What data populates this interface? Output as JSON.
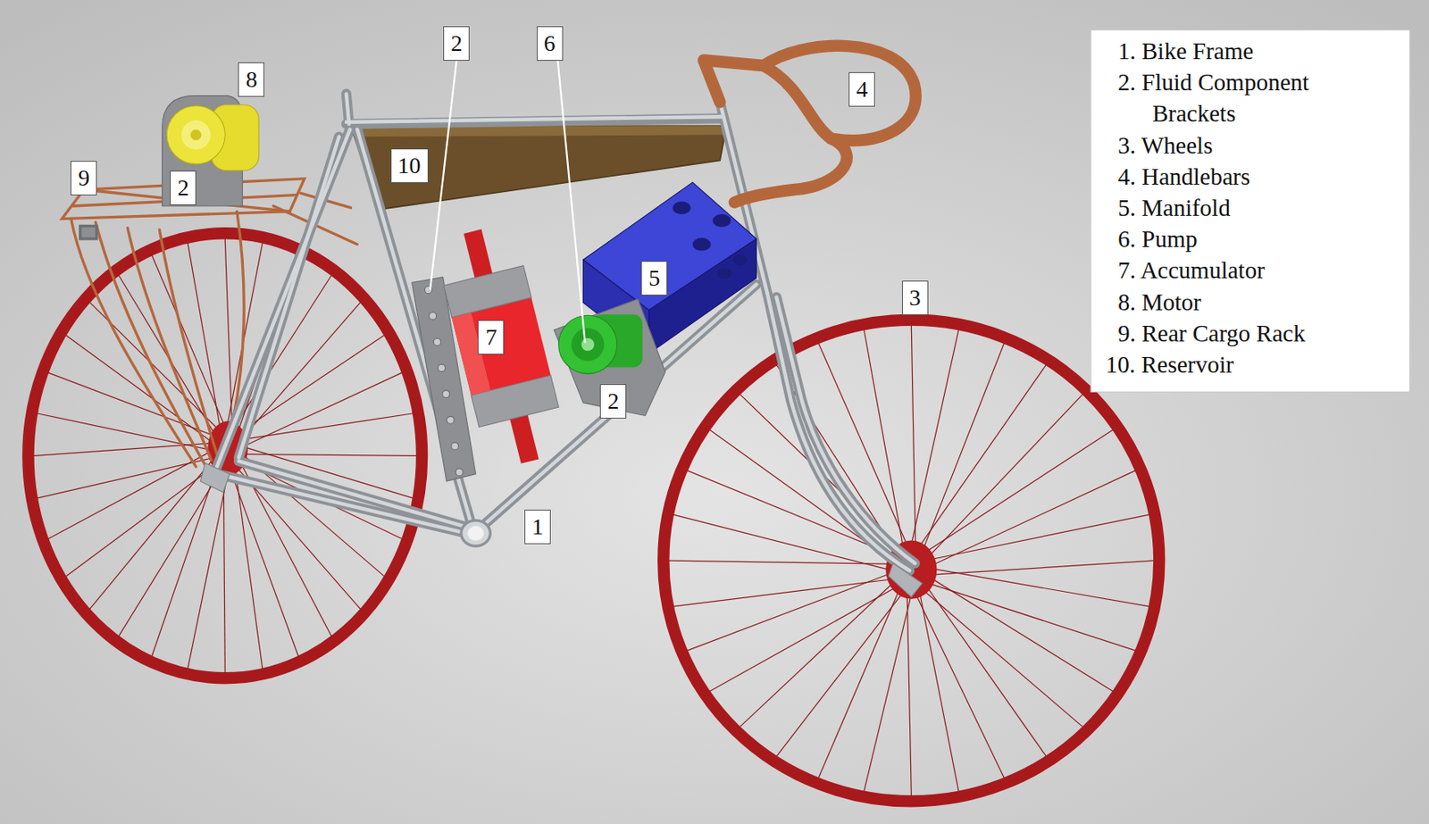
{
  "diagram": {
    "labels": [
      "2",
      "6",
      "8",
      "9",
      "2",
      "10",
      "4",
      "5",
      "7",
      "3",
      "2",
      "1",
      "1. Bike Frame",
      "2. Fluid Component Brackets",
      "3. Wheels",
      "4. Handlebars",
      "5. Manifold",
      "6. Pump",
      "7. Accumulator",
      "8. Motor",
      "9. Rear Cargo Rack",
      "10. Reservoir"
    ]
  }
}
